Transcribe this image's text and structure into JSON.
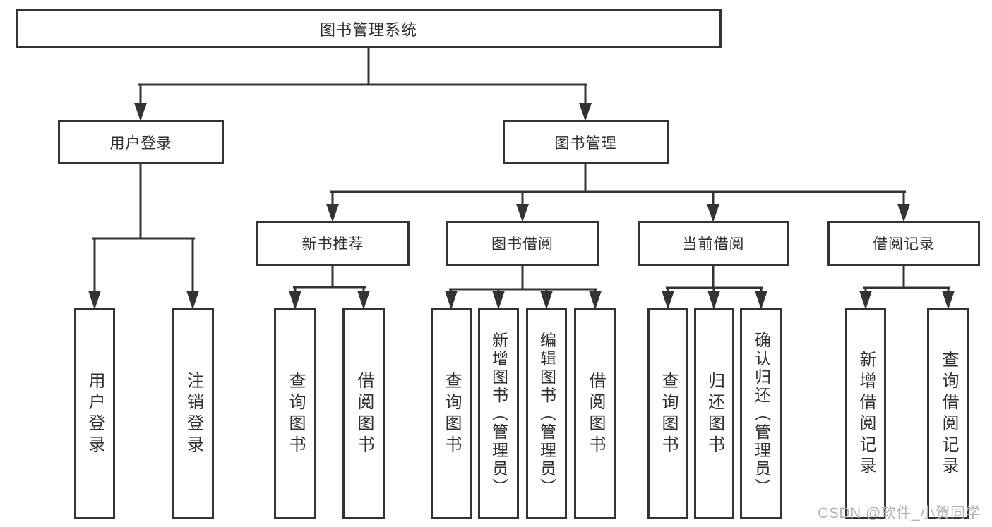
{
  "colors": {
    "line": "#333333",
    "text": "#2f2f2f",
    "watermark": "#b3b3b3"
  },
  "watermark": {
    "text": "CSDN @软件_小贺同学"
  },
  "tree": {
    "root": {
      "label": "图书管理系统",
      "children": [
        {
          "label": "用户登录",
          "children": [
            {
              "label": "用户登录"
            },
            {
              "label": "注销登录"
            }
          ]
        },
        {
          "label": "图书管理",
          "children": [
            {
              "label": "新书推荐",
              "children": [
                {
                  "label": "查询图书"
                },
                {
                  "label": "借阅图书"
                }
              ]
            },
            {
              "label": "图书借阅",
              "children": [
                {
                  "label": "查询图书"
                },
                {
                  "label": "新增图书（管理员）"
                },
                {
                  "label": "编辑图书（管理员）"
                },
                {
                  "label": "借阅图书"
                }
              ]
            },
            {
              "label": "当前借阅",
              "children": [
                {
                  "label": "查询图书"
                },
                {
                  "label": "归还图书"
                },
                {
                  "label": "确认归还（管理员）"
                }
              ]
            },
            {
              "label": "借阅记录",
              "children": [
                {
                  "label": "新增借阅记录"
                },
                {
                  "label": "查询借阅记录"
                }
              ]
            }
          ]
        }
      ]
    }
  }
}
